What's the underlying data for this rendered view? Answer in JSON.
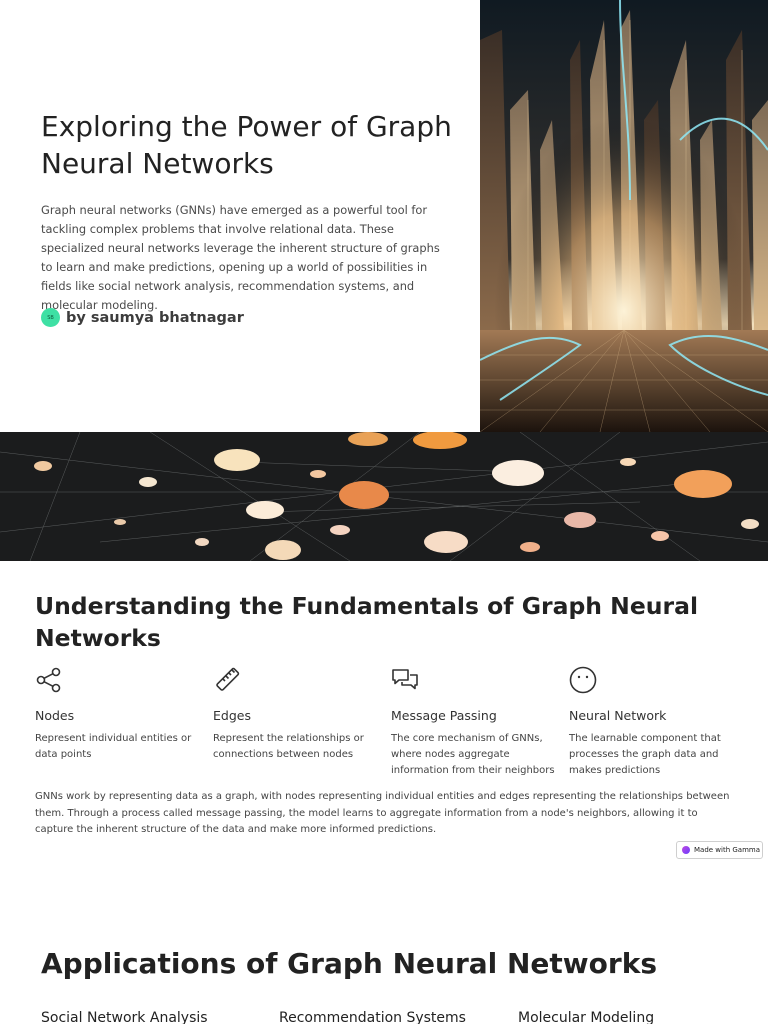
{
  "slide1": {
    "title": "Exploring the Power of Graph Neural Networks",
    "description": "Graph neural networks (GNNs) have emerged as a powerful tool for tackling complex problems that involve relational data. These specialized neural networks leverage the inherent structure of graphs to learn and make predictions, opening up a world of possibilities in fields like social network analysis, recommendation systems, and molecular modeling.",
    "avatar_text": "SB",
    "author": "by saumya bhatnagar",
    "image_icon": "futuristic-city-image"
  },
  "slide2": {
    "banner_icon": "network-nodes-banner-image",
    "title": "Understanding the Fundamentals of Graph Neural Networks",
    "features": [
      {
        "icon": "share-nodes-icon",
        "name": "Nodes",
        "description": "Represent individual entities or data points"
      },
      {
        "icon": "ruler-icon",
        "name": "Edges",
        "description": "Represent the relationships or connections between nodes"
      },
      {
        "icon": "chat-bubbles-icon",
        "name": "Message Passing",
        "description": "The core mechanism of GNNs, where nodes aggregate information from their neighbors"
      },
      {
        "icon": "face-icon",
        "name": "Neural Network",
        "description": "The learnable component that processes the graph data and makes predictions"
      }
    ],
    "paragraph": "GNNs work by representing data as a graph, with nodes representing individual entities and edges representing the relationships between them. Through a process called message passing, the model learns to aggregate information from a node's neighbors, allowing it to capture the inherent structure of the data and make more informed predictions."
  },
  "badge": {
    "label": "Made with Gamma"
  },
  "slide3": {
    "title": "Applications of Graph Neural Networks",
    "apps": [
      "Social Network Analysis",
      "Recommendation Systems",
      "Molecular Modeling"
    ]
  },
  "colors": {
    "accent_avatar": "#3ee0a4",
    "text": "#222222"
  }
}
